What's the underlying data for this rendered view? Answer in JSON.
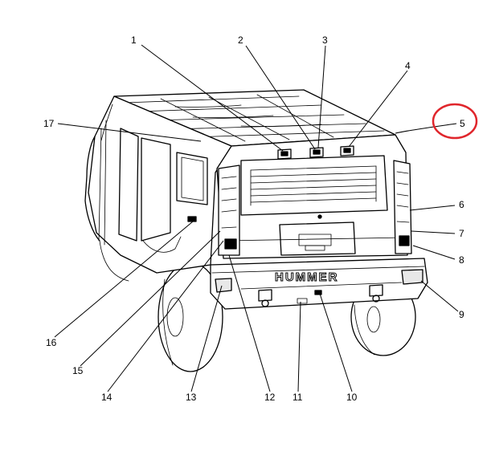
{
  "diagram": {
    "badge_text": "HUMMER",
    "highlight_color": "#e0262c",
    "line_color": "#000000",
    "callouts": [
      {
        "id": "1",
        "label": "1"
      },
      {
        "id": "2",
        "label": "2"
      },
      {
        "id": "3",
        "label": "3"
      },
      {
        "id": "4",
        "label": "4"
      },
      {
        "id": "5",
        "label": "5",
        "highlighted": true
      },
      {
        "id": "6",
        "label": "6"
      },
      {
        "id": "7",
        "label": "7"
      },
      {
        "id": "8",
        "label": "8"
      },
      {
        "id": "9",
        "label": "9"
      },
      {
        "id": "10",
        "label": "10"
      },
      {
        "id": "11",
        "label": "11"
      },
      {
        "id": "12",
        "label": "12"
      },
      {
        "id": "13",
        "label": "13"
      },
      {
        "id": "14",
        "label": "14"
      },
      {
        "id": "15",
        "label": "15"
      },
      {
        "id": "16",
        "label": "16"
      },
      {
        "id": "17",
        "label": "17"
      }
    ]
  }
}
